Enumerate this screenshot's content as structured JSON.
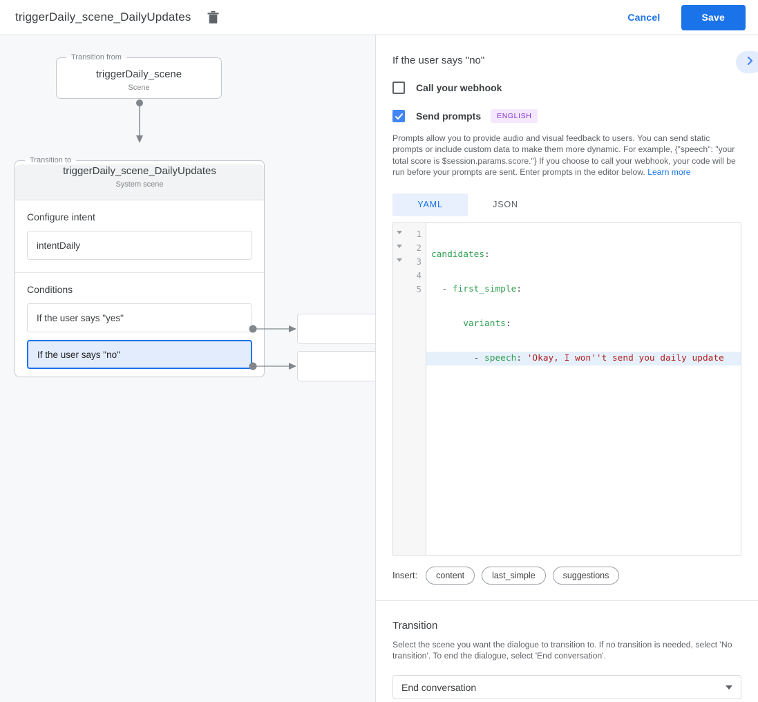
{
  "topbar": {
    "title": "triggerDaily_scene_DailyUpdates",
    "delete_icon": "trash-icon",
    "cancel_label": "Cancel",
    "save_label": "Save",
    "save_bg": "#1a73e8",
    "cancel_color": "#1a73e8"
  },
  "canvas": {
    "from_legend": "Transition from",
    "from_title": "triggerDaily_scene",
    "from_subtitle": "Scene",
    "to_legend": "Transition to",
    "to_title": "triggerDaily_scene_DailyUpdates",
    "to_subtitle": "System scene",
    "intent_section_label": "Configure intent",
    "intent_value": "intentDaily",
    "conditions_label": "Conditions",
    "conditions": [
      {
        "label": "If the user says \"yes\"",
        "selected": false
      },
      {
        "label": "If the user says \"no\"",
        "selected": true
      }
    ],
    "selected_border": "#1a73e8",
    "selected_bg": "#e3ecfd",
    "background": "#f6f8fa"
  },
  "panel": {
    "title": "If the user says \"no\"",
    "expand_icon": "chevron-right-icon",
    "webhook": {
      "label": "Call your webhook",
      "checked": false
    },
    "prompts": {
      "label": "Send prompts",
      "checked": true,
      "badge": "ENGLISH",
      "badge_bg": "#f3e8fd",
      "badge_color": "#8430ce",
      "description": "Prompts allow you to provide audio and visual feedback to users. You can send static prompts or include custom data to make them more dynamic. For example, {\"speech\": \"your total score is $session.params.score.\"} If you choose to call your webhook, your code will be run before your prompts are sent. Enter prompts in the editor below. ",
      "learn_more": "Learn more",
      "link_color": "#1a73e8"
    },
    "format_tabs": [
      {
        "label": "YAML",
        "active": true
      },
      {
        "label": "JSON",
        "active": false
      }
    ],
    "editor": {
      "active_line": 4,
      "line_numbers": [
        "1",
        "2",
        "3",
        "4",
        "5"
      ],
      "folds": [
        true,
        true,
        true,
        false,
        false
      ],
      "lines": [
        {
          "n": 1,
          "key": "candidates",
          "indent": "",
          "dash": false,
          "value": ""
        },
        {
          "n": 2,
          "key": "first_simple",
          "indent": "  ",
          "dash": true,
          "value": ""
        },
        {
          "n": 3,
          "key": "variants",
          "indent": "      ",
          "dash": false,
          "value": ""
        },
        {
          "n": 4,
          "key": "speech",
          "indent": "        ",
          "dash": true,
          "value": "'Okay, I won''t send you daily update"
        },
        {
          "n": 5,
          "key": "",
          "indent": "",
          "dash": false,
          "value": ""
        }
      ],
      "key_color": "#2e9e4f",
      "string_color": "#b32121",
      "active_line_bg": "#e6f0fb"
    },
    "insert": {
      "label": "Insert:",
      "chips": [
        "content",
        "last_simple",
        "suggestions"
      ]
    },
    "transition": {
      "heading": "Transition",
      "description": "Select the scene you want the dialogue to transition to. If no transition is needed, select 'No transition'. To end the dialogue, select 'End conversation'.",
      "selected": "End conversation"
    }
  }
}
